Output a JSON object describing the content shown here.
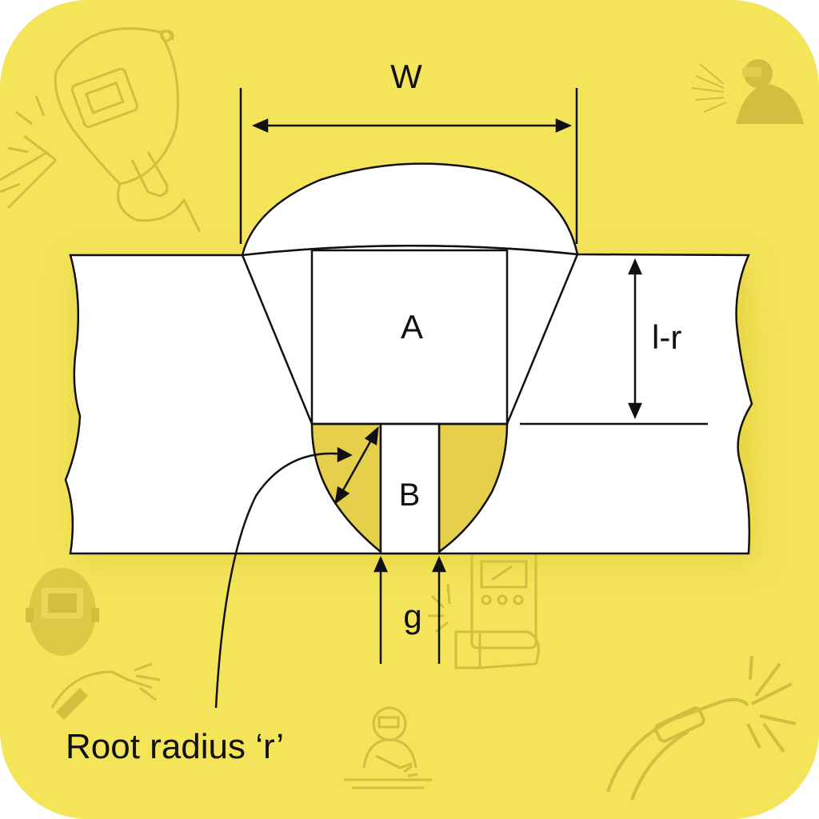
{
  "diagram": {
    "title": "",
    "labels": {
      "width": "W",
      "region_a": "A",
      "region_b": "B",
      "depth": "l-r",
      "gap": "g",
      "root_radius": "Root radius ‘r’"
    }
  },
  "colors": {
    "background": "#f4e45a",
    "card_shadow": "#e8d640",
    "plate_fill": "#ffffff",
    "root_fill": "#e6cf4a",
    "stroke": "#111111",
    "decor": "#c7b236"
  },
  "decorations": [
    "welder-with-mask-icon",
    "welder-silhouette-icon",
    "welding-mask-icon",
    "welding-torch-icon",
    "welding-machine-icon",
    "welder-at-bench-icon",
    "mig-torch-icon"
  ]
}
